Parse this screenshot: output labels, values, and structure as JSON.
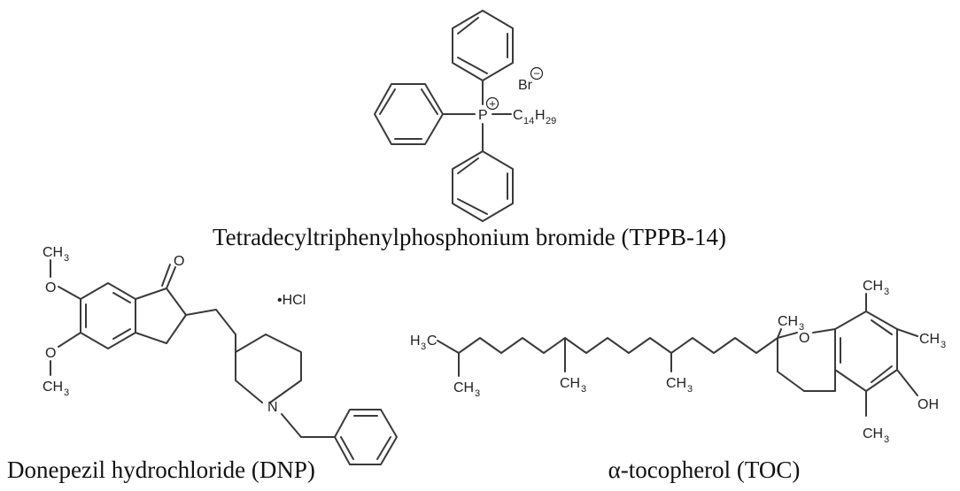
{
  "structures": {
    "tppb": {
      "phosphorus": "P",
      "plus": "+",
      "chain_c": "C",
      "chain_c_sub": "14",
      "chain_h": "H",
      "chain_h_sub": "29",
      "bromine": "Br",
      "minus": "−",
      "caption": "Tetradecyltriphenylphosphonium bromide (TPPB-14)"
    },
    "dnp": {
      "methyl_top": "CH",
      "methyl_top_sub": "3",
      "o_top": "O",
      "o_bottom": "O",
      "methyl_bottom": "CH",
      "methyl_bottom_sub": "3",
      "ketone_o": "O",
      "nitrogen": "N",
      "salt": "•HCl",
      "caption": "Donepezil hydrochloride (DNP)"
    },
    "toc": {
      "h3c": "H",
      "h3c_sub": "3",
      "h3c_c": "C",
      "ch3_a": "CH",
      "ch3_b": "CH",
      "ch3_c": "CH",
      "ch3_ring": "CH",
      "ch3_top": "CH",
      "ch3_right": "CH",
      "ch3_bottom": "CH",
      "ch3_sub": "3",
      "oxygen": "O",
      "hydroxyl": "OH",
      "caption": "α-tocopherol (TOC)"
    }
  }
}
